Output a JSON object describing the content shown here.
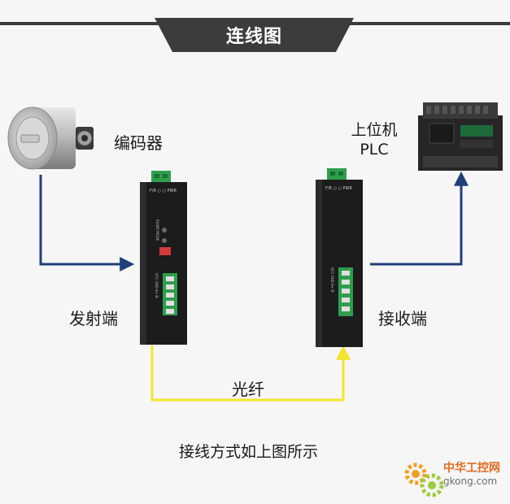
{
  "header": {
    "title": "连线图"
  },
  "devices": {
    "encoder": {
      "label": "编码器"
    },
    "plc": {
      "label_line1": "上位机",
      "label_line2": "PLC"
    },
    "transmitter": {
      "label": "发射端",
      "top_text": "F/R ○ ○ PWR",
      "side_text": "RS485 MODE",
      "pins": "VCC GND A+ B-"
    },
    "receiver": {
      "label": "接收端",
      "top_text": "F/R ○ ○ PWR",
      "pins": "VCC GND A+ B-"
    }
  },
  "links": {
    "fiber": "光纤"
  },
  "caption": "接线方式如上图所示",
  "watermark": {
    "brand": "中华工控网",
    "url": "gkong.com"
  },
  "colors": {
    "signal_line": "#1f3f7a",
    "fiber_line": "#f3e52a",
    "banner": "#3c3c3c",
    "terminal_green": "#2e9e4c"
  }
}
